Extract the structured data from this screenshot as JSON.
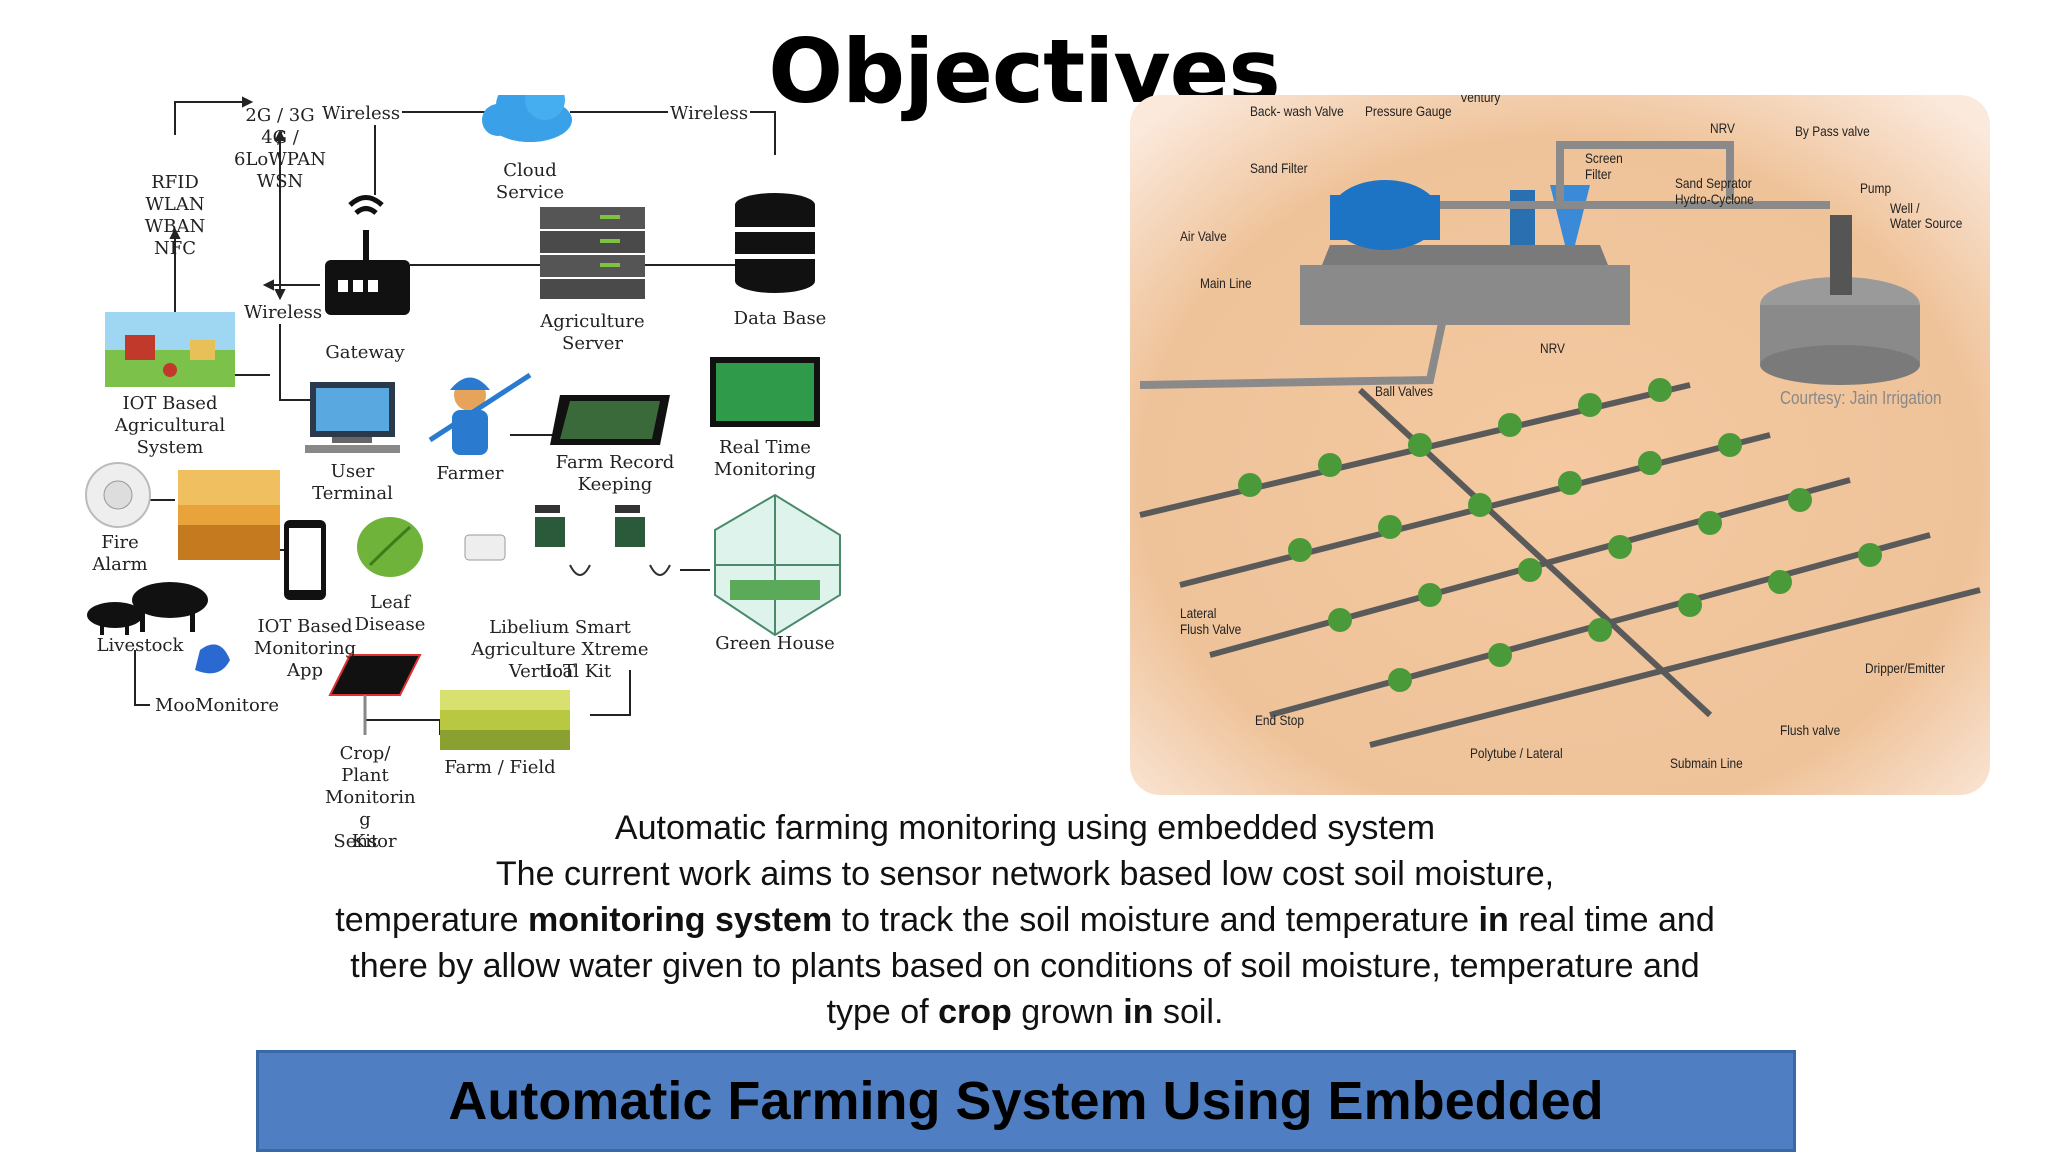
{
  "slide": {
    "title": "Objectives",
    "footer_banner": "Automatic Farming System Using Embedded"
  },
  "description": {
    "line1": "Automatic farming monitoring using embedded system",
    "line2": "The current work aims to sensor network based low cost soil moisture,",
    "line3_a": "temperature ",
    "line3_b": "monitoring system",
    "line3_c": " to track the soil moisture and temperature ",
    "line3_d": "in",
    "line3_e": " real time and",
    "line4": "there by allow water given to plants based on conditions of soil moisture, temperature and",
    "line5_a": "type of ",
    "line5_b": "crop",
    "line5_c": " grown ",
    "line5_d": "in",
    "line5_e": " soil."
  },
  "iot_diagram": {
    "wireless_left": "Wireless",
    "wireless_right": "Wireless",
    "wireless_gateway": "Wireless",
    "net_2g": "2G / 3G /",
    "net_4g": "4G /",
    "net_lowpan": "6LoWPAN",
    "net_wsn": "WSN",
    "rfid": "RFID",
    "wlan": "WLAN",
    "wban": "WBAN",
    "nfc": "NFC",
    "cloud_1": "Cloud",
    "cloud_2": "Service",
    "database": "Data Base",
    "agri_server_1": "Agriculture",
    "agri_server_2": "Server",
    "gateway": "Gateway",
    "iot_system_1": "IOT Based",
    "iot_system_2": "Agricultural",
    "iot_system_3": "System",
    "user_terminal_1": "User",
    "user_terminal_2": "Terminal",
    "farmer": "Farmer",
    "farm_record_1": "Farm Record",
    "farm_record_2": "Keeping",
    "realtime_1": "Real Time",
    "realtime_2": "Monitoring",
    "fire_1": "Fire",
    "fire_2": "Alarm",
    "leaf_1": "Leaf",
    "leaf_2": "Disease",
    "iot_app_1": "IOT Based",
    "iot_app_2": "Monitoring",
    "iot_app_3": "App",
    "libelium_1": "Libelium Smart",
    "libelium_2": "Agriculture Xtreme IoT",
    "libelium_3": "Vertical Kit",
    "greenhouse": "Green House",
    "livestock": "Livestock",
    "moomonitore": "MooMonitore",
    "crop_1": "Crop/",
    "crop_2": "Plant",
    "crop_3": "Monitorin",
    "crop_4": "g Sensor",
    "crop_5": "Kit",
    "farm_field": "Farm / Field"
  },
  "irrigation": {
    "backwash": "Back- wash Valve",
    "pressure": "Pressure Gauge",
    "ventury": "Ventury",
    "nrv_top": "NRV",
    "bypass": "By Pass valve",
    "sand_filter": "Sand Filter",
    "screen_filter_1": "Screen",
    "screen_filter_2": "Filter",
    "sand_sep_1": "Sand Seprator",
    "sand_sep_2": "Hydro-Cyclone",
    "pump": "Pump",
    "well_1": "Well /",
    "well_2": "Water Source",
    "air_valve": "Air Valve",
    "main_line": "Main Line",
    "nrv_main": "NRV",
    "ball_valves": "Ball Valves",
    "courtesy": "Courtesy: Jain Irrigation",
    "lateral_1": "Lateral",
    "lateral_2": "Flush Valve",
    "dripper": "Dripper/Emitter",
    "end_stop": "End Stop",
    "flush_valve": "Flush valve",
    "polytube": "Polytube / Lateral",
    "submain": "Submain Line"
  },
  "colors": {
    "banner_fill": "#4f7fc2",
    "soil": "#e9b98e",
    "cloud": "#3aa0e8",
    "tank_blue": "#1d74c4"
  }
}
